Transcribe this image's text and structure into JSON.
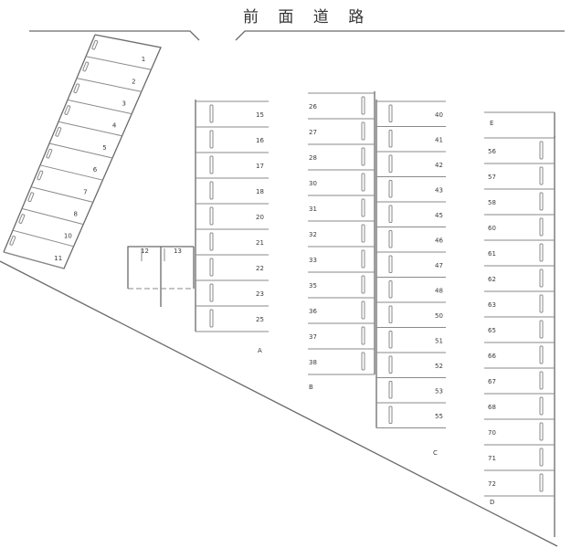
{
  "road_label": "前 面 道 路",
  "block_labels": {
    "A": "A",
    "B": "B",
    "C": "C",
    "D": "D",
    "E": "E"
  },
  "slanted": [
    "1",
    "2",
    "3",
    "4",
    "5",
    "6",
    "7",
    "8",
    "10",
    "11"
  ],
  "small_spaces": [
    "12",
    "13"
  ],
  "block_a": [
    "15",
    "16",
    "17",
    "18",
    "20",
    "21",
    "22",
    "23",
    "25"
  ],
  "block_b": [
    "26",
    "27",
    "28",
    "30",
    "31",
    "32",
    "33",
    "35",
    "36",
    "37",
    "38"
  ],
  "block_c": [
    "40",
    "41",
    "42",
    "43",
    "45",
    "46",
    "47",
    "48",
    "50",
    "51",
    "52",
    "53",
    "55"
  ],
  "block_d": [
    "56",
    "57",
    "58",
    "60",
    "61",
    "62",
    "63",
    "65",
    "66",
    "67",
    "68",
    "70",
    "71",
    "72"
  ]
}
